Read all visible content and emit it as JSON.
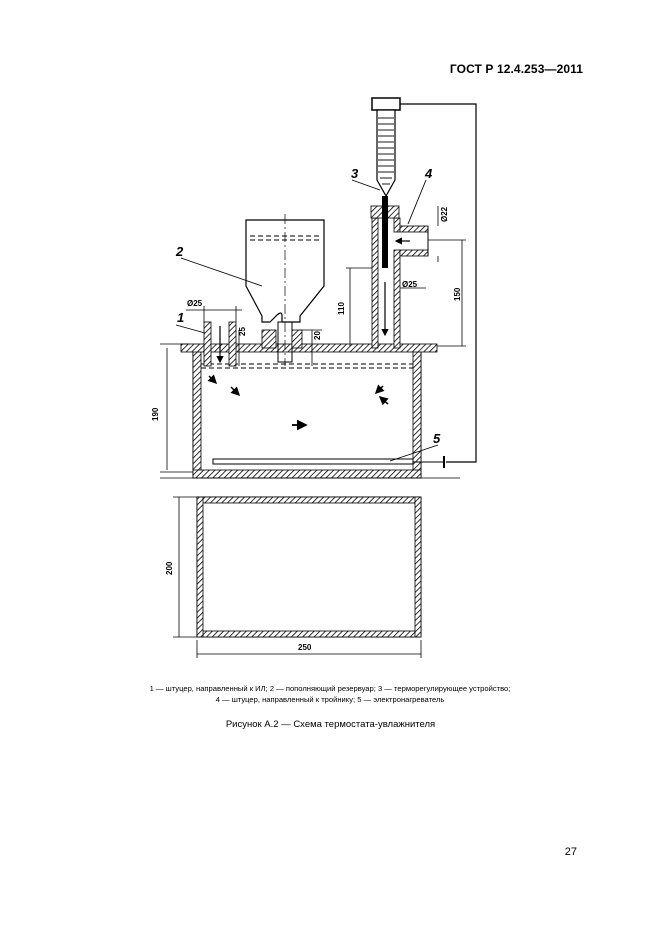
{
  "header": {
    "doc_code": "ГОСТ Р 12.4.253—2011"
  },
  "figure": {
    "labels": {
      "item1": "1",
      "item2": "2",
      "item3": "3",
      "item4": "4",
      "item5": "5"
    },
    "dimensions": {
      "fitting_diameter": "Ø25",
      "fitting_height": "25",
      "neck_height": "20",
      "tube_height": "110",
      "tube_diameter": "Ø25",
      "outlet_diameter": "Ø22",
      "outlet_height": "150",
      "tank_height": "190",
      "plan_depth": "200",
      "plan_width": "250"
    }
  },
  "legend": {
    "line1": "1 — штуцер, направленный к ИЛ; 2 — пополняющий резервуар; 3 — терморегулирующее устройство;",
    "line2": "4 — штуцер, направленный к тройнику; 5 — электронагреватель"
  },
  "caption": "Рисунок А.2 — Схема термостата-увлажнителя",
  "page_number": "27"
}
